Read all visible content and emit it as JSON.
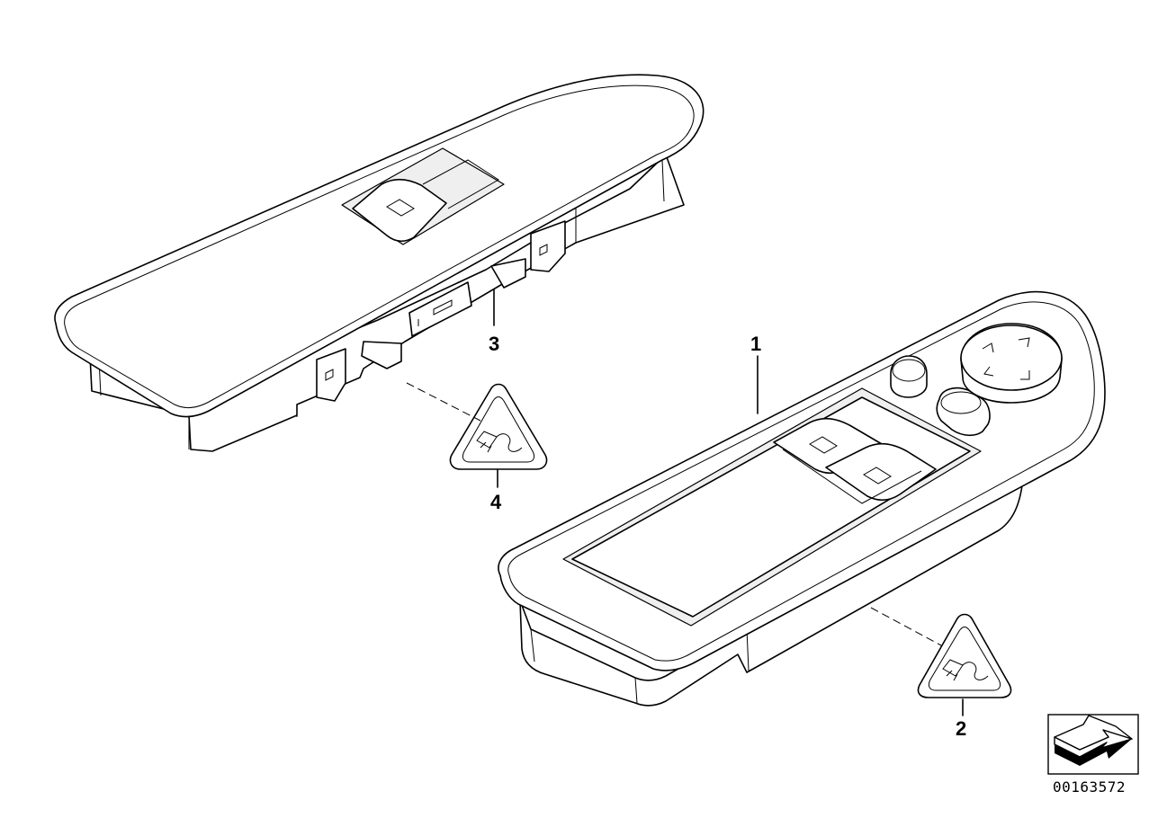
{
  "callouts": {
    "part_1": "1",
    "part_2": "2",
    "part_3": "3",
    "part_4": "4"
  },
  "diagram_code": "00163572",
  "icons": {
    "warning": "electrical-connector-warning-triangle-icon",
    "navigation": "next-arrow-icon"
  }
}
